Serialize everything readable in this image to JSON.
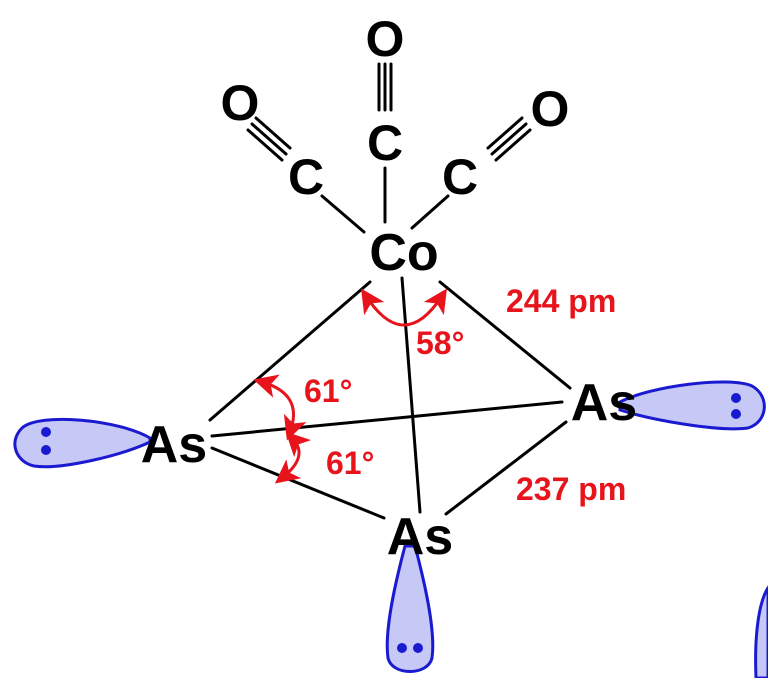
{
  "colors": {
    "bond": "#000000",
    "annotation": "#e8141c",
    "lone_pair_fill": "#c6c8f5",
    "lone_pair_stroke": "#1a1ad0",
    "lone_pair_dot": "#1a1ad0"
  },
  "atoms": {
    "cobalt": "Co",
    "carbon_left": "C",
    "carbon_center": "C",
    "carbon_right": "C",
    "oxygen_left": "O",
    "oxygen_center": "O",
    "oxygen_right": "O",
    "arsenic_left": "As",
    "arsenic_right": "As",
    "arsenic_bottom": "As"
  },
  "measurements": {
    "co_as_bond_length": "244 pm",
    "as_as_bond_length": "237 pm",
    "as_co_as_angle": "58°",
    "co_as_as_angle_upper": "61°",
    "co_as_as_angle_lower": "61°"
  }
}
